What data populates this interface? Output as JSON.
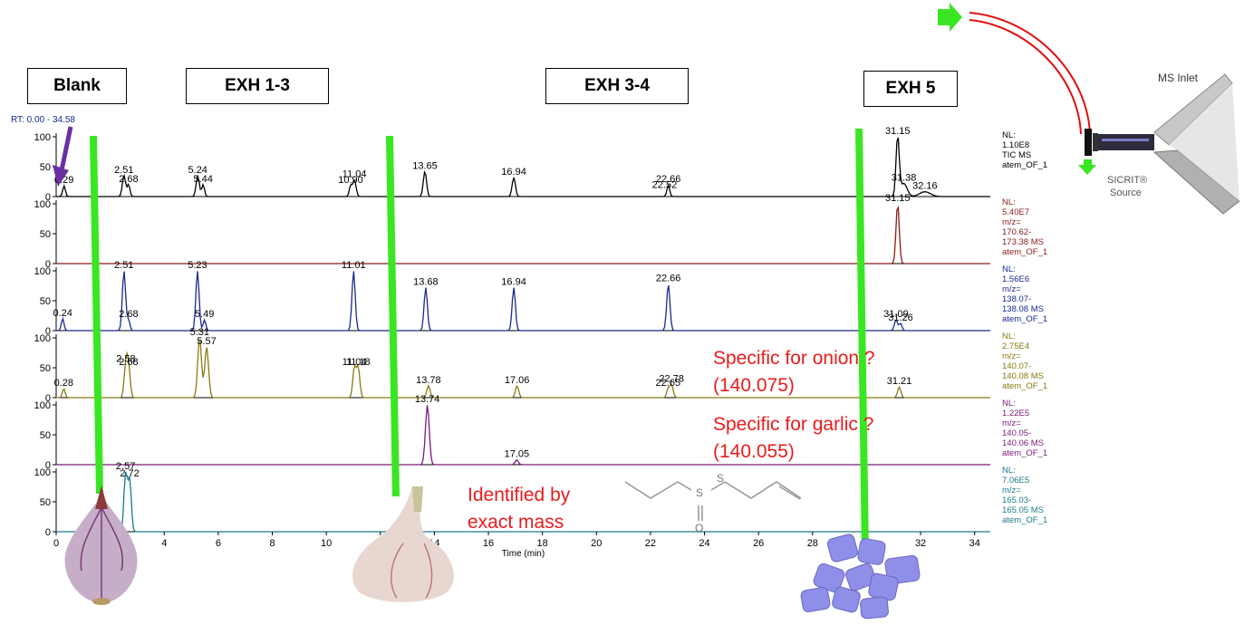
{
  "phase_labels": {
    "blank": "Blank",
    "exh13": "EXH 1-3",
    "exh34": "EXH 3-4",
    "exh5": "EXH 5"
  },
  "rt_range": "RT: 0.00 - 34.58",
  "notes": {
    "onion_1": "Specific for onion ?",
    "onion_2": "(140.075)",
    "garlic_1": "Specific for garlic ?",
    "garlic_2": "(140.055)",
    "ident_1": "Identified by",
    "ident_2": "exact mass"
  },
  "source": {
    "inlet": "MS Inlet",
    "source_1": "SICRIT®",
    "source_2": "Source"
  },
  "colors": {
    "marker": "#39e622",
    "annotation": "#e81c1c",
    "arrow": "#6a2fa0",
    "tubing": "#e01010",
    "dice": "#8f8ee8"
  },
  "icons": [
    "onion-icon",
    "garlic-icon",
    "molecule-icon",
    "sweets-icon",
    "ion-source-icon",
    "flow-arrow-icon"
  ],
  "chart_data": {
    "type": "line",
    "xlabel": "Time (min)",
    "xlim": [
      0,
      34.58
    ],
    "xticks": [
      0,
      2,
      4,
      6,
      8,
      10,
      12,
      14,
      16,
      18,
      20,
      22,
      24,
      26,
      28,
      30,
      32,
      34
    ],
    "ylim": [
      0,
      100
    ],
    "yticks": [
      0,
      50,
      100
    ],
    "grid": false,
    "phase_markers_min": [
      1.5,
      12.4,
      29.6
    ],
    "series": [
      {
        "info": [
          "NL:",
          "1.10E8",
          "TIC  MS",
          "atem_OF_1"
        ],
        "color": "#000000",
        "peaks": [
          [
            0.29,
            18,
            0.05
          ],
          [
            2.51,
            35,
            0.06
          ],
          [
            2.68,
            20,
            0.05
          ],
          [
            5.24,
            35,
            0.06
          ],
          [
            5.44,
            20,
            0.05
          ],
          [
            10.9,
            18,
            0.05
          ],
          [
            11.04,
            28,
            0.06
          ],
          [
            13.65,
            42,
            0.06
          ],
          [
            16.94,
            32,
            0.06
          ],
          [
            22.66,
            20,
            0.05
          ],
          [
            31.15,
            100,
            0.06
          ],
          [
            31.38,
            22,
            0.12
          ],
          [
            32.16,
            8,
            0.2
          ]
        ],
        "labels": [
          [
            0.29,
            18,
            "0.29"
          ],
          [
            2.51,
            35,
            "2.51"
          ],
          [
            2.68,
            20,
            "2.68"
          ],
          [
            5.24,
            35,
            "5.24"
          ],
          [
            5.44,
            20,
            "5.44"
          ],
          [
            10.9,
            18,
            "10.90"
          ],
          [
            11.04,
            28,
            "11.04"
          ],
          [
            13.65,
            42,
            "13.65"
          ],
          [
            16.94,
            32,
            "16.94"
          ],
          [
            22.52,
            10,
            "22.52"
          ],
          [
            22.66,
            20,
            "22.66"
          ],
          [
            31.15,
            100,
            "31.15"
          ],
          [
            31.38,
            22,
            "31.38"
          ],
          [
            32.16,
            8,
            "32.16"
          ]
        ]
      },
      {
        "info": [
          "NL:",
          "5.40E7",
          "m/z=",
          "170.62-",
          "173.38  MS",
          "atem_OF_1"
        ],
        "color": "#8b1a1a",
        "peaks": [
          [
            31.15,
            100,
            0.06
          ]
        ],
        "labels": [
          [
            31.15,
            100,
            "31.15"
          ]
        ]
      },
      {
        "info": [
          "NL:",
          "1.56E6",
          "m/z=",
          "138.07-",
          "138.08  MS",
          "atem_OF_1"
        ],
        "color": "#1a2a8c",
        "peaks": [
          [
            0.24,
            20,
            0.05
          ],
          [
            2.51,
            100,
            0.06
          ],
          [
            2.68,
            18,
            0.05
          ],
          [
            5.23,
            100,
            0.06
          ],
          [
            5.49,
            18,
            0.05
          ],
          [
            11.01,
            100,
            0.06
          ],
          [
            13.68,
            72,
            0.06
          ],
          [
            16.94,
            72,
            0.06
          ],
          [
            22.66,
            78,
            0.06
          ],
          [
            31.09,
            18,
            0.06
          ],
          [
            31.26,
            12,
            0.05
          ]
        ],
        "labels": [
          [
            0.24,
            20,
            "0.24"
          ],
          [
            2.51,
            100,
            "2.51"
          ],
          [
            2.68,
            18,
            "2.68"
          ],
          [
            5.23,
            100,
            "5.23"
          ],
          [
            5.49,
            18,
            "5.49"
          ],
          [
            11.01,
            100,
            "11.01"
          ],
          [
            13.68,
            72,
            "13.68"
          ],
          [
            16.94,
            72,
            "16.94"
          ],
          [
            22.66,
            78,
            "22.66"
          ],
          [
            31.09,
            18,
            "31.09"
          ],
          [
            31.26,
            12,
            "31.26"
          ]
        ]
      },
      {
        "info": [
          "NL:",
          "2.75E4",
          "m/z=",
          "140.07-",
          "140.08  MS",
          "atem_OF_1"
        ],
        "color": "#8a7a10",
        "peaks": [
          [
            0.28,
            15,
            0.05
          ],
          [
            2.58,
            55,
            0.06
          ],
          [
            2.68,
            50,
            0.06
          ],
          [
            5.31,
            100,
            0.07
          ],
          [
            5.57,
            85,
            0.07
          ],
          [
            11.04,
            50,
            0.06
          ],
          [
            11.18,
            50,
            0.06
          ],
          [
            13.78,
            20,
            0.06
          ],
          [
            17.06,
            20,
            0.06
          ],
          [
            22.65,
            15,
            0.05
          ],
          [
            22.78,
            22,
            0.06
          ],
          [
            31.21,
            18,
            0.06
          ]
        ],
        "labels": [
          [
            0.28,
            15,
            "0.28"
          ],
          [
            2.58,
            55,
            "2.58"
          ],
          [
            2.68,
            50,
            "2.68"
          ],
          [
            5.31,
            100,
            "5.31"
          ],
          [
            5.57,
            85,
            "5.57"
          ],
          [
            11.04,
            50,
            "11.04"
          ],
          [
            11.18,
            50,
            "11.18"
          ],
          [
            13.78,
            20,
            "13.78"
          ],
          [
            17.06,
            20,
            "17.06"
          ],
          [
            22.65,
            15,
            "22.65"
          ],
          [
            22.78,
            22,
            "22.78"
          ],
          [
            31.21,
            18,
            "31.21"
          ]
        ]
      },
      {
        "info": [
          "NL:",
          "1.22E5",
          "m/z=",
          "140.05-",
          "140.06  MS",
          "atem_OF_1"
        ],
        "color": "#7a1a7a",
        "peaks": [
          [
            13.74,
            100,
            0.07
          ],
          [
            17.05,
            8,
            0.06
          ]
        ],
        "labels": [
          [
            13.74,
            100,
            "13.74"
          ],
          [
            17.05,
            8,
            "17.05"
          ]
        ]
      },
      {
        "info": [
          "NL:",
          "7.06E5",
          "m/z=",
          "165.03-",
          "165.05  MS",
          "atem_OF_1"
        ],
        "color": "#1a7a8a",
        "peaks": [
          [
            2.57,
            100,
            0.06
          ],
          [
            2.72,
            88,
            0.06
          ]
        ],
        "labels": [
          [
            2.57,
            100,
            "2.57"
          ],
          [
            2.72,
            88,
            "2.72"
          ]
        ]
      }
    ]
  }
}
